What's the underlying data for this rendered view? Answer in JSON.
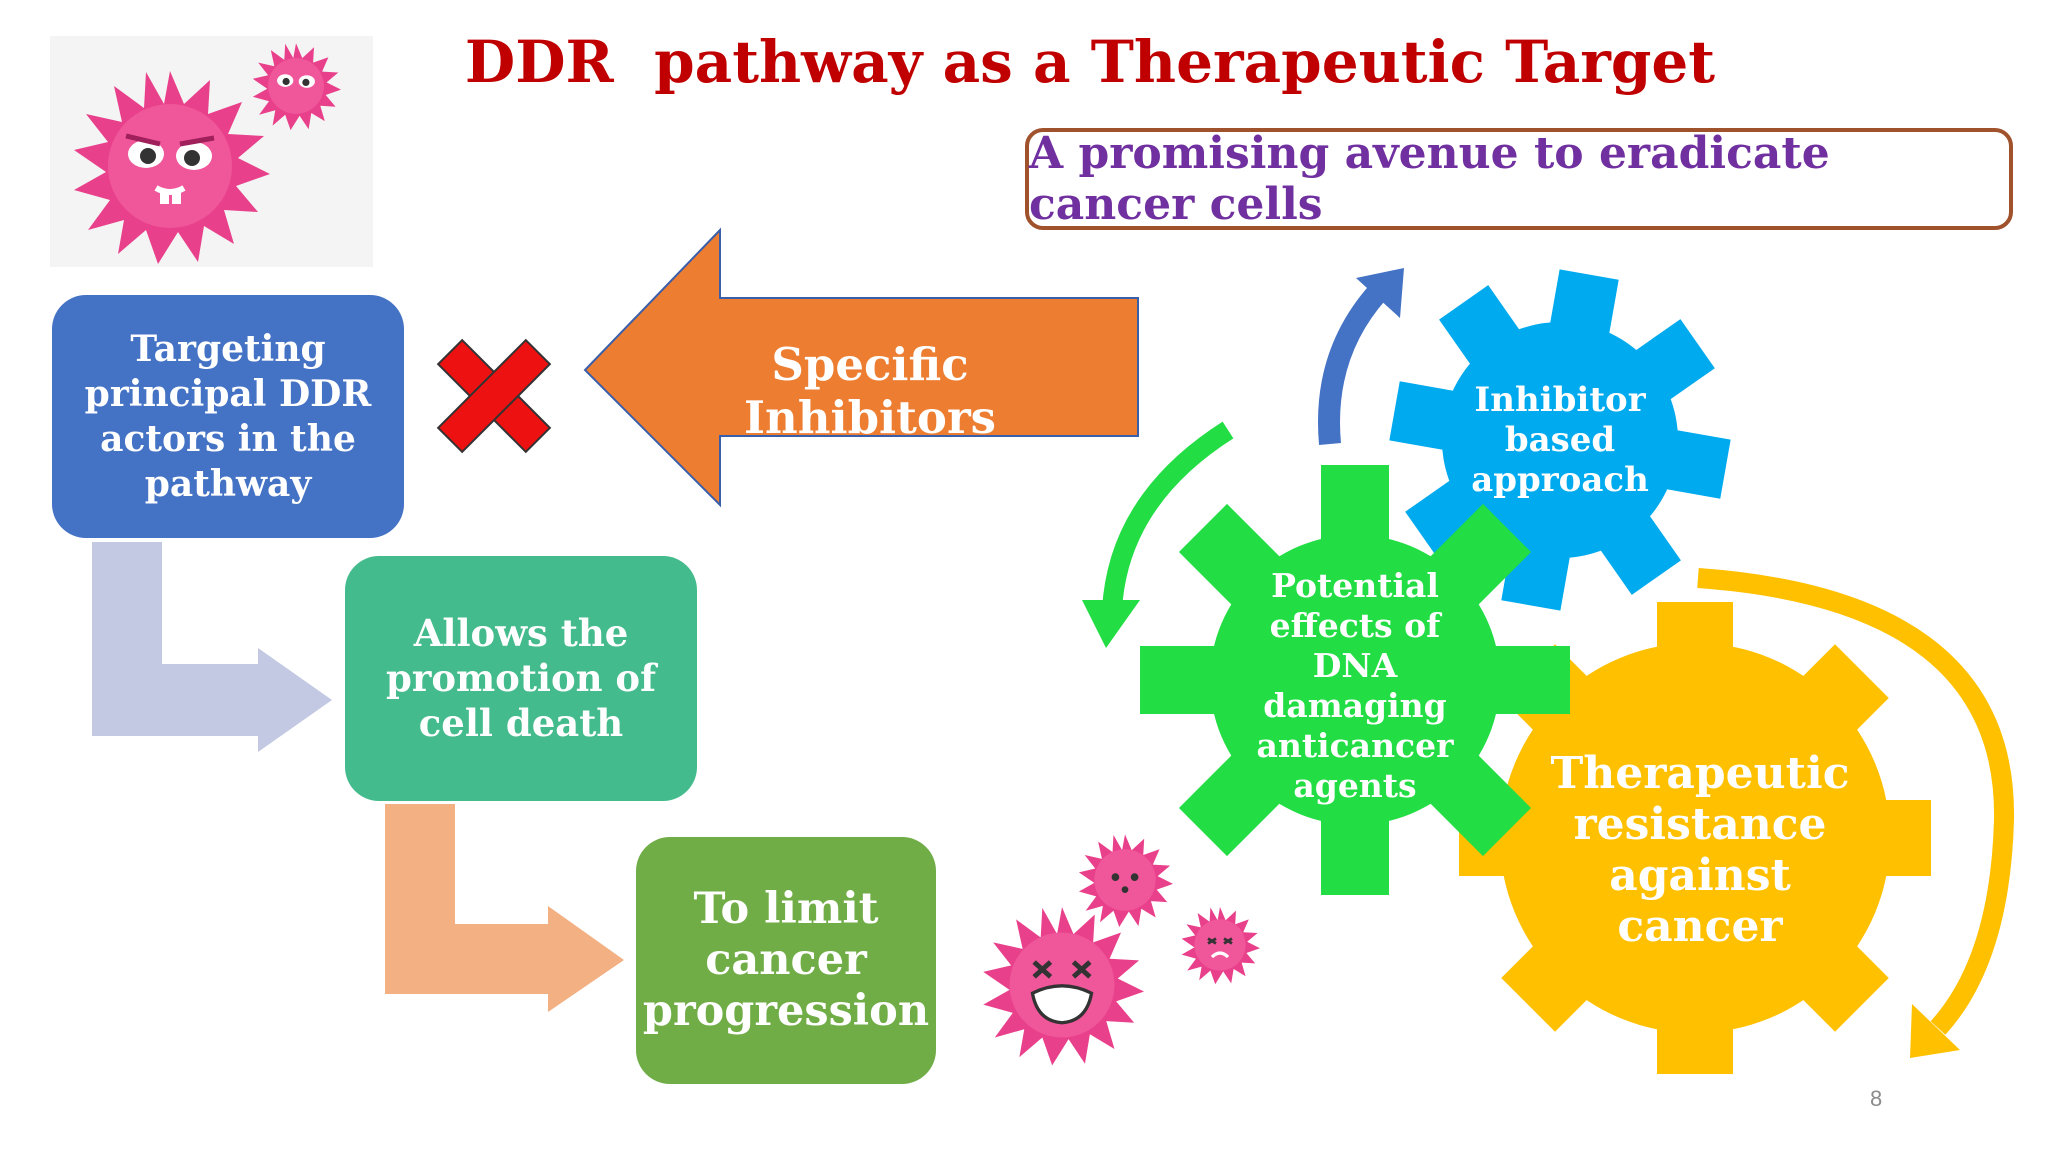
{
  "title": "DDR  pathway as a Therapeutic Target",
  "subtitle": "A promising avenue to eradicate cancer cells",
  "flow": {
    "step1": "Targeting principal DDR actors in the pathway",
    "step2": "Allows the promotion of cell death",
    "step3": "To limit cancer progression"
  },
  "inhibitors_arrow": {
    "label": "Specific Inhibitors"
  },
  "gears": {
    "blue": "Inhibitor based approach",
    "green": "Potential effects of DNA damaging anticancer agents",
    "yellow": "Therapeutic resistance against cancer"
  },
  "slide_number": "8",
  "colors": {
    "title": "#c00000",
    "subtitle_text": "#7030a0",
    "subtitle_border": "#a0522d",
    "step1": "#4472c4",
    "step2": "#44bb8c",
    "step3": "#70ad47",
    "inhibitor_arrow": "#ed7d31",
    "gear_blue": "#00aaee",
    "gear_green": "#22dd44",
    "gear_yellow": "#ffc000",
    "cross": "#ee1111",
    "virus": "#e8408a"
  },
  "icons": [
    "virus-illustration-icon",
    "red-cross-icon",
    "dead-virus-cluster-icon"
  ]
}
